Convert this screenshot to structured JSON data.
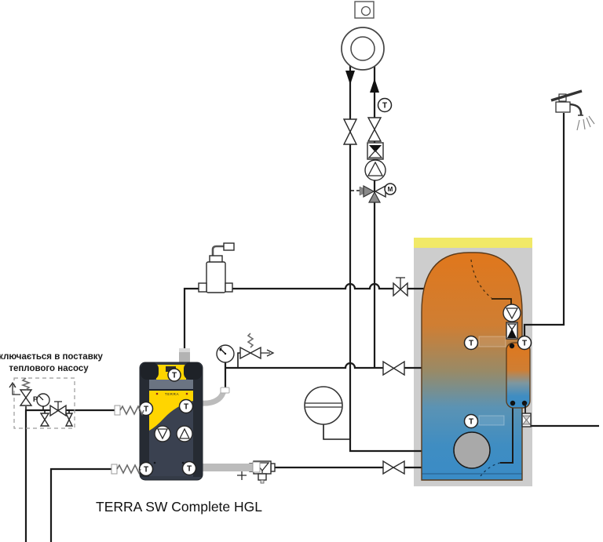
{
  "diagram": {
    "title": "TERRA SW Complete HGL",
    "note": {
      "line1": "Включається в поставку",
      "line2": "теплового насосу"
    },
    "heat_pump": {
      "brand": "TERRA"
    },
    "labels": {
      "temp_sensor": "T",
      "mixing_valve_motor": "M",
      "pressure": "P"
    },
    "colors": {
      "pipe": "#1a1a1a",
      "gray_pipe": "#bcbcbc",
      "hp_yellow": "#ffd500",
      "hp_dark": "#3a4150",
      "tank_shell": "#cdcdcd",
      "tank_insulation_top": "#f1e968",
      "tank_hot": "#e0771c",
      "tank_cold": "#3a8cc6",
      "flange_gray": "#a9a9a9"
    }
  }
}
